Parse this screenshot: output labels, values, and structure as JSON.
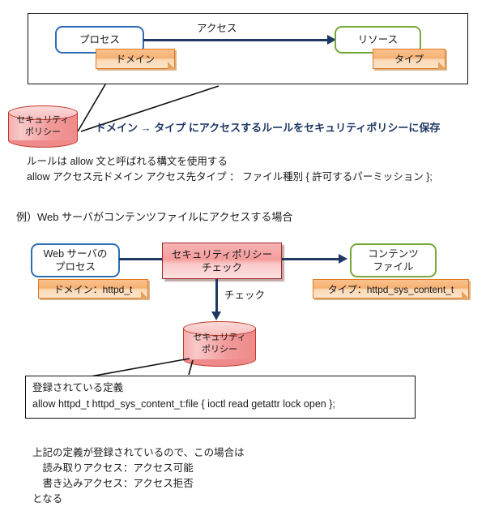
{
  "title": "SELinux domain-type access policy diagram",
  "top_diagram": {
    "process_box": "プロセス",
    "process_tag": "ドメイン",
    "arrow_label": "アクセス",
    "resource_box": "リソース",
    "resource_tag": "タイプ",
    "policy_cylinder": "セキュリティ\nポリシー",
    "policy_cylinder_line1": "セキュリティ",
    "policy_cylinder_line2": "ポリシー",
    "summary": "ドメイン → タイプ にアクセスするルールをセキュリティポリシーに保存"
  },
  "rule_note": {
    "line1": "ルールは allow 文と呼ばれる構文を使用する",
    "line2": "allow アクセス元ドメイン アクセス先タイプ ： ファイル種別 { 許可するパーミッション };"
  },
  "example": {
    "heading": "例）Web サーバがコンテンツファイルにアクセスする場合",
    "process_box_line1": "Web サーバの",
    "process_box_line2": "プロセス",
    "process_tag": "ドメイン：httpd_t",
    "check_box_line1": "セキュリティポリシー",
    "check_box_line2": "チェック",
    "check_arrow_label": "チェック",
    "resource_box_line1": "コンテンツ",
    "resource_box_line2": "ファイル",
    "resource_tag": "タイプ：httpd_sys_content_t",
    "policy_cylinder_line1": "セキュリティ",
    "policy_cylinder_line2": "ポリシー"
  },
  "definition_callout": {
    "line1": "登録されている定義",
    "line2": "allow httpd_t httpd_sys_content_t:file { ioctl read getattr lock open };"
  },
  "conclusion": {
    "line1": "上記の定義が登録されているので、この場合は",
    "line2": "　読み取りアクセス：アクセス可能",
    "line3": "　書き込みアクセス：アクセス拒否",
    "line4": "となる"
  },
  "colors": {
    "process_border": "#2E6DB4",
    "resource_border": "#76A838",
    "tag_border": "#E0781E",
    "connector": "#1F3864",
    "policy_border": "#C0392B",
    "summary_text": "#1F3864"
  }
}
